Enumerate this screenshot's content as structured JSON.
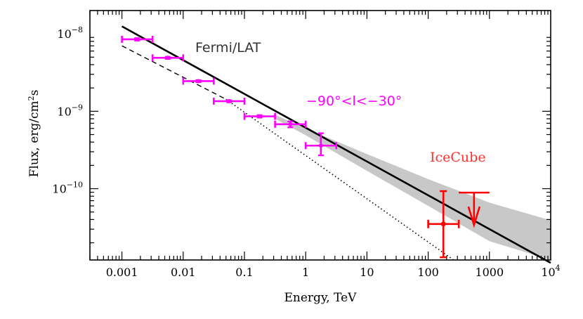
{
  "chart_data": {
    "type": "scatter",
    "xlabel": "Energy, TeV",
    "ylabel_base": "Flux, erg/cm",
    "ylabel_sup": "2",
    "ylabel_tail": "s",
    "x_scale": "log",
    "y_scale": "log",
    "xlim": [
      0.0003,
      10000
    ],
    "ylim": [
      1.2e-11,
      2e-08
    ],
    "grid": false,
    "x_ticks": [
      {
        "value": 0.001,
        "label": "0.001"
      },
      {
        "value": 0.01,
        "label": "0.01"
      },
      {
        "value": 0.1,
        "label": "0.1"
      },
      {
        "value": 1,
        "label": "1"
      },
      {
        "value": 10,
        "label": "10"
      },
      {
        "value": 100,
        "label": "100"
      },
      {
        "value": 1000,
        "label": "1000"
      },
      {
        "value": 10000,
        "label": "10",
        "sup": "4"
      }
    ],
    "y_ticks": [
      {
        "value": 1e-08,
        "label": "10",
        "sup": "−8"
      },
      {
        "value": 1e-09,
        "label": "10",
        "sup": "−9"
      },
      {
        "value": 1e-10,
        "label": "10",
        "sup": "−10"
      }
    ],
    "annotations": {
      "fermi": "Fermi/LAT",
      "region": "−90°<l<−30°",
      "icecube": "IceCube"
    },
    "colors": {
      "fermi": "#ff00ff",
      "icecube": "#ff0000",
      "band": "#c8c8c8",
      "line": "#000000"
    },
    "fermi_points": [
      {
        "x": 0.00177,
        "y": 8.5e-09,
        "xlo": 0.001,
        "xhi": 0.00316,
        "ylo": 8.2e-09,
        "yhi": 8.8e-09
      },
      {
        "x": 0.0056,
        "y": 4.9e-09,
        "xlo": 0.00316,
        "xhi": 0.01,
        "ylo": 4.75e-09,
        "yhi": 5.05e-09
      },
      {
        "x": 0.0177,
        "y": 2.45e-09,
        "xlo": 0.01,
        "xhi": 0.0316,
        "ylo": 2.38e-09,
        "yhi": 2.52e-09
      },
      {
        "x": 0.056,
        "y": 1.35e-09,
        "xlo": 0.0316,
        "xhi": 0.1,
        "ylo": 1.31e-09,
        "yhi": 1.39e-09
      },
      {
        "x": 0.177,
        "y": 8.6e-10,
        "xlo": 0.1,
        "xhi": 0.316,
        "ylo": 8.3e-10,
        "yhi": 8.9e-10
      },
      {
        "x": 0.56,
        "y": 6.8e-10,
        "xlo": 0.316,
        "xhi": 1.0,
        "ylo": 6.2e-10,
        "yhi": 7.4e-10
      },
      {
        "x": 1.77,
        "y": 3.6e-10,
        "xlo": 1.0,
        "xhi": 3.16,
        "ylo": 2.7e-10,
        "yhi": 5.2e-10
      }
    ],
    "icecube_point": {
      "x": 177,
      "y": 3.5e-11,
      "xlo": 100,
      "xhi": 316,
      "ylo": 1.3e-11,
      "yhi": 9.3e-11
    },
    "icecube_upper_limit": {
      "x": 560,
      "y": 8.9e-11,
      "xlo": 316,
      "xhi": 1000,
      "arrow_to": 3.4e-11
    },
    "fit_line": {
      "x1": 0.001,
      "y1": 1.25e-08,
      "x2": 10000,
      "y2": 1.1e-11
    },
    "dashed_line": {
      "x1": 0.001,
      "y1": 7e-09,
      "x2": 0.05,
      "y2": 1.43e-09
    },
    "dotted_line": {
      "x1": 0.05,
      "y1": 1.43e-09,
      "x2": 260,
      "y2": 1.2e-11
    },
    "band": {
      "upper": [
        [
          0.3,
          9.2e-10
        ],
        [
          1,
          6e-10
        ],
        [
          10,
          2.8e-10
        ],
        [
          100,
          1.33e-10
        ],
        [
          1000,
          6.6e-11
        ],
        [
          10000,
          3.9e-11
        ]
      ],
      "lower": [
        [
          0.3,
          8.2e-10
        ],
        [
          1,
          4.9e-10
        ],
        [
          10,
          1.7e-10
        ],
        [
          100,
          6e-11
        ],
        [
          1000,
          2.1e-11
        ],
        [
          10000,
          1.2e-11
        ]
      ]
    }
  }
}
